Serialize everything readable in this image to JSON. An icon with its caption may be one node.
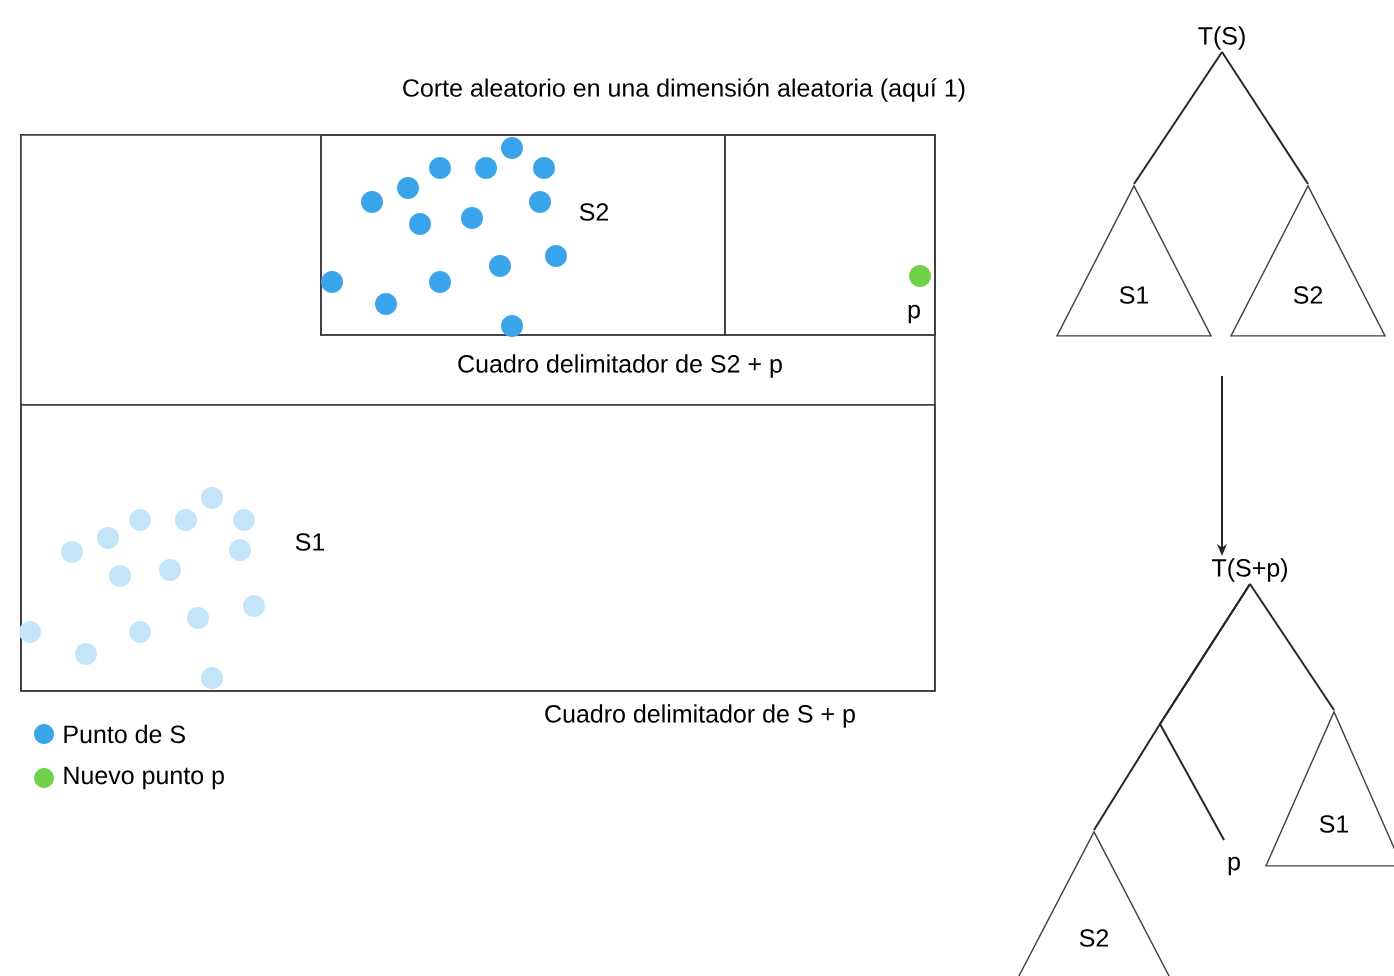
{
  "diagram": {
    "nodes": [
      {
        "text": [],
        "shape": "box",
        "beside": [
          "Cuadro delimitador de S + p"
        ]
      },
      {
        "text": [],
        "shape": "box",
        "in": 0,
        "beside": [
          "Cuadro delimitador de S2 + p"
        ]
      },
      {
        "text": [
          "S2"
        ],
        "in": 1
      },
      {
        "text": [
          "p"
        ],
        "in": 1
      },
      {
        "text": [
          "S1"
        ],
        "in": 0
      },
      {
        "text": [
          "T(S)"
        ]
      },
      {
        "text": [
          "S1"
        ]
      },
      {
        "text": [
          "S2"
        ]
      },
      {
        "text": [
          "T(S+p)"
        ]
      },
      {
        "text": [
          "S1"
        ]
      },
      {
        "text": [
          "p"
        ]
      },
      {
        "text": [
          "S2"
        ]
      }
    ],
    "edges": [
      {
        "from": 5,
        "to": 6,
        "arrow": "none"
      },
      {
        "from": 5,
        "to": 7,
        "arrow": "none"
      },
      {
        "from": null,
        "to": 8,
        "arrow": "to"
      },
      {
        "from": 8,
        "to": 11,
        "arrow": "none"
      },
      {
        "from": 8,
        "to": 10,
        "arrow": "none"
      },
      {
        "from": 8,
        "to": 9,
        "arrow": "none"
      }
    ],
    "labels": [
      "Corte aleatorio en una dimensión aleatoria (aquí 1)"
    ],
    "legend": [
      {
        "text": "Punto de S",
        "color": "#3ba5ec"
      },
      {
        "text": "Nuevo punto p",
        "color": "#6fd24a"
      }
    ]
  }
}
